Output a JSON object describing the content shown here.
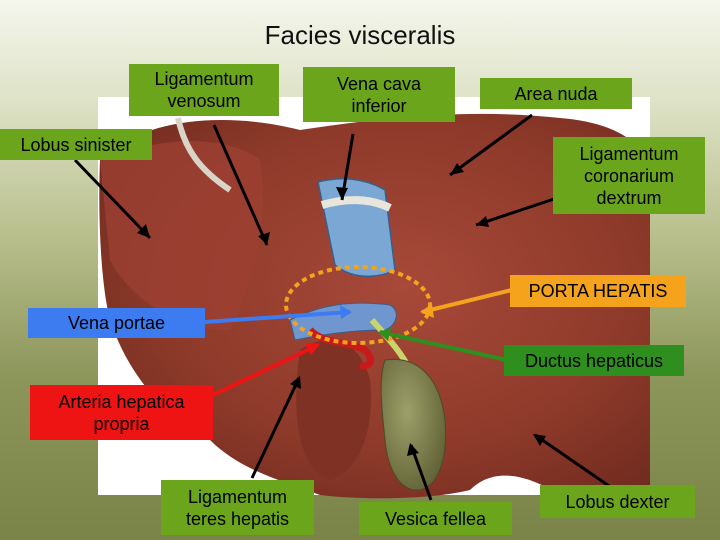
{
  "title": "Facies visceralis",
  "labels": {
    "lig_venosum": "Ligamentum\nvenosum",
    "vena_cava": "Vena cava\ninferior",
    "area_nuda": "Area nuda",
    "lobus_sinister": "Lobus sinister",
    "lig_coronarium": "Ligamentum\ncoronarium\ndextrum",
    "porta_hepatis": "PORTA HEPATIS",
    "vena_portae": "Vena portae",
    "ductus_hepaticus": "Ductus hepaticus",
    "arteria_hepatica": "Arteria hepatica\npropria",
    "lig_teres": "Ligamentum\nteres hepatis",
    "vesica_fellea": "Vesica fellea",
    "lobus_dexter": "Lobus dexter"
  },
  "colors": {
    "label_green": "#6aa51c",
    "porta_orange": "#f5a21c",
    "vena_portae_blue": "#3d7bf0",
    "ductus_green": "#2e8f1e",
    "arteria_red": "#ee1414",
    "liver": "#8e3a2a"
  }
}
